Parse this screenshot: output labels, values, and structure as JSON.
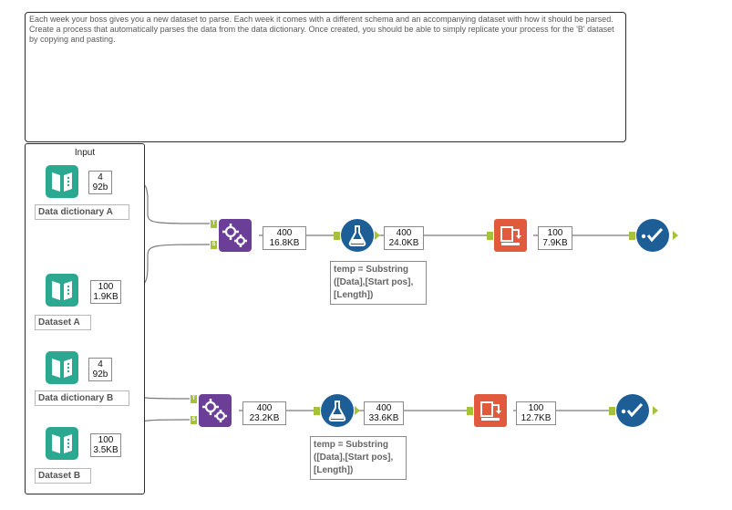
{
  "comment": {
    "text": "Each week your boss gives you a new dataset to parse. Each week it comes with a different schema and an accompanying dataset with how it should be parsed. Create a process that automatically parses the data from the data dictionary. Once created, you should be able to simply replicate your process for the 'B' dataset by copying and pasting."
  },
  "container": {
    "title": "Input"
  },
  "inputs": [
    {
      "label": "Data dictionary A",
      "records": "4",
      "size": "92b",
      "icon": "book-input-icon"
    },
    {
      "label": "Dataset A",
      "records": "100",
      "size": "1.9KB",
      "icon": "book-input-icon"
    },
    {
      "label": "Data dictionary B",
      "records": "4",
      "size": "92b",
      "icon": "book-input-icon"
    },
    {
      "label": "Dataset B",
      "records": "100",
      "size": "3.5KB",
      "icon": "book-input-icon"
    }
  ],
  "flows": [
    {
      "dynamic": {
        "records": "400",
        "size": "16.8KB",
        "anchor_t": "T",
        "anchor_s": "S",
        "icon": "gears-icon"
      },
      "formula": {
        "records": "400",
        "size": "24.0KB",
        "expression": "temp = Substring ([Data],[Start pos],[Length])",
        "icon": "flask-icon"
      },
      "select": {
        "records": "100",
        "size": "7.9KB",
        "icon": "select-icon"
      },
      "browse": {
        "icon": "checkmark-browse-icon"
      }
    },
    {
      "dynamic": {
        "records": "400",
        "size": "23.2KB",
        "anchor_t": "T",
        "anchor_s": "S",
        "icon": "gears-icon"
      },
      "formula": {
        "records": "400",
        "size": "33.6KB",
        "expression": "temp = Substring ([Data],[Start pos],[Length])",
        "icon": "flask-icon"
      },
      "select": {
        "records": "100",
        "size": "12.7KB",
        "icon": "select-icon"
      },
      "browse": {
        "icon": "checkmark-browse-icon"
      }
    }
  ],
  "colors": {
    "input_tool": "#2aa890",
    "dynamic_tool": "#6b3e97",
    "formula_tool": "#1d5e96",
    "select_tool": "#e25a3d",
    "browse_tool": "#1d5e96",
    "anchor": "#a6c13a"
  }
}
